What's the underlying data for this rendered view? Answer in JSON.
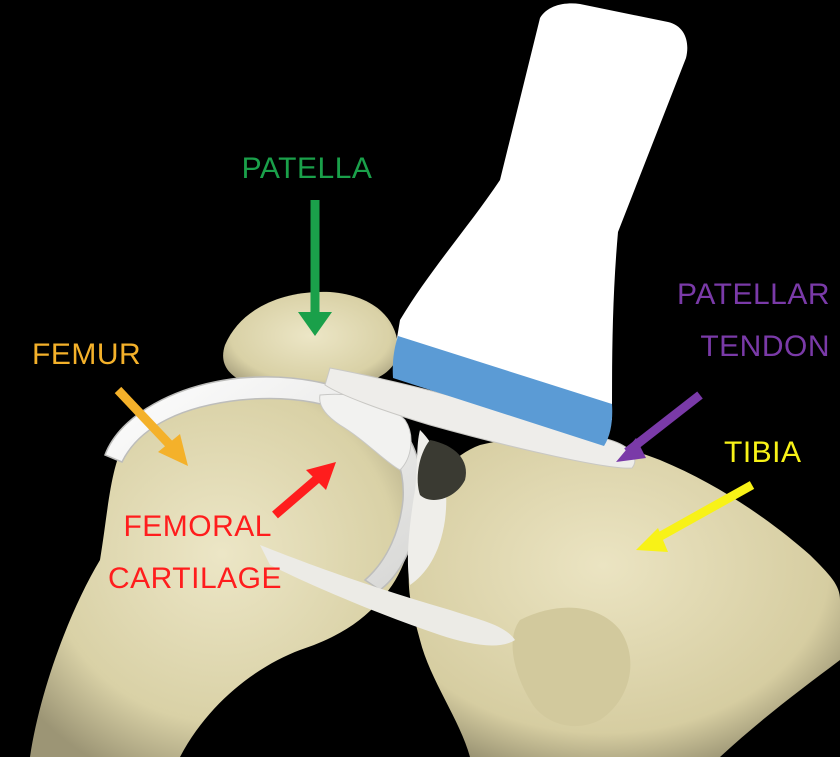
{
  "labels": {
    "patella": "PATELLA",
    "femur": "FEMUR",
    "femoral_cartilage_line1": "FEMORAL",
    "femoral_cartilage_line2": "CARTILAGE",
    "patellar_tendon_line1": "PATELLAR",
    "patellar_tendon_line2": "TENDON",
    "tibia": "TIBIA"
  },
  "colors": {
    "background": "#000000",
    "bone": "#e2dbb3",
    "cartilage": "#f4f4f2",
    "probe_body": "#ffffff",
    "probe_tip": "#5b9bd5",
    "patella_label": "#1aa04a",
    "femur_label": "#f4b12a",
    "femoral_cartilage_label": "#ff1d1d",
    "patellar_tendon_label": "#7a3aa8",
    "tibia_label": "#f8f217"
  }
}
